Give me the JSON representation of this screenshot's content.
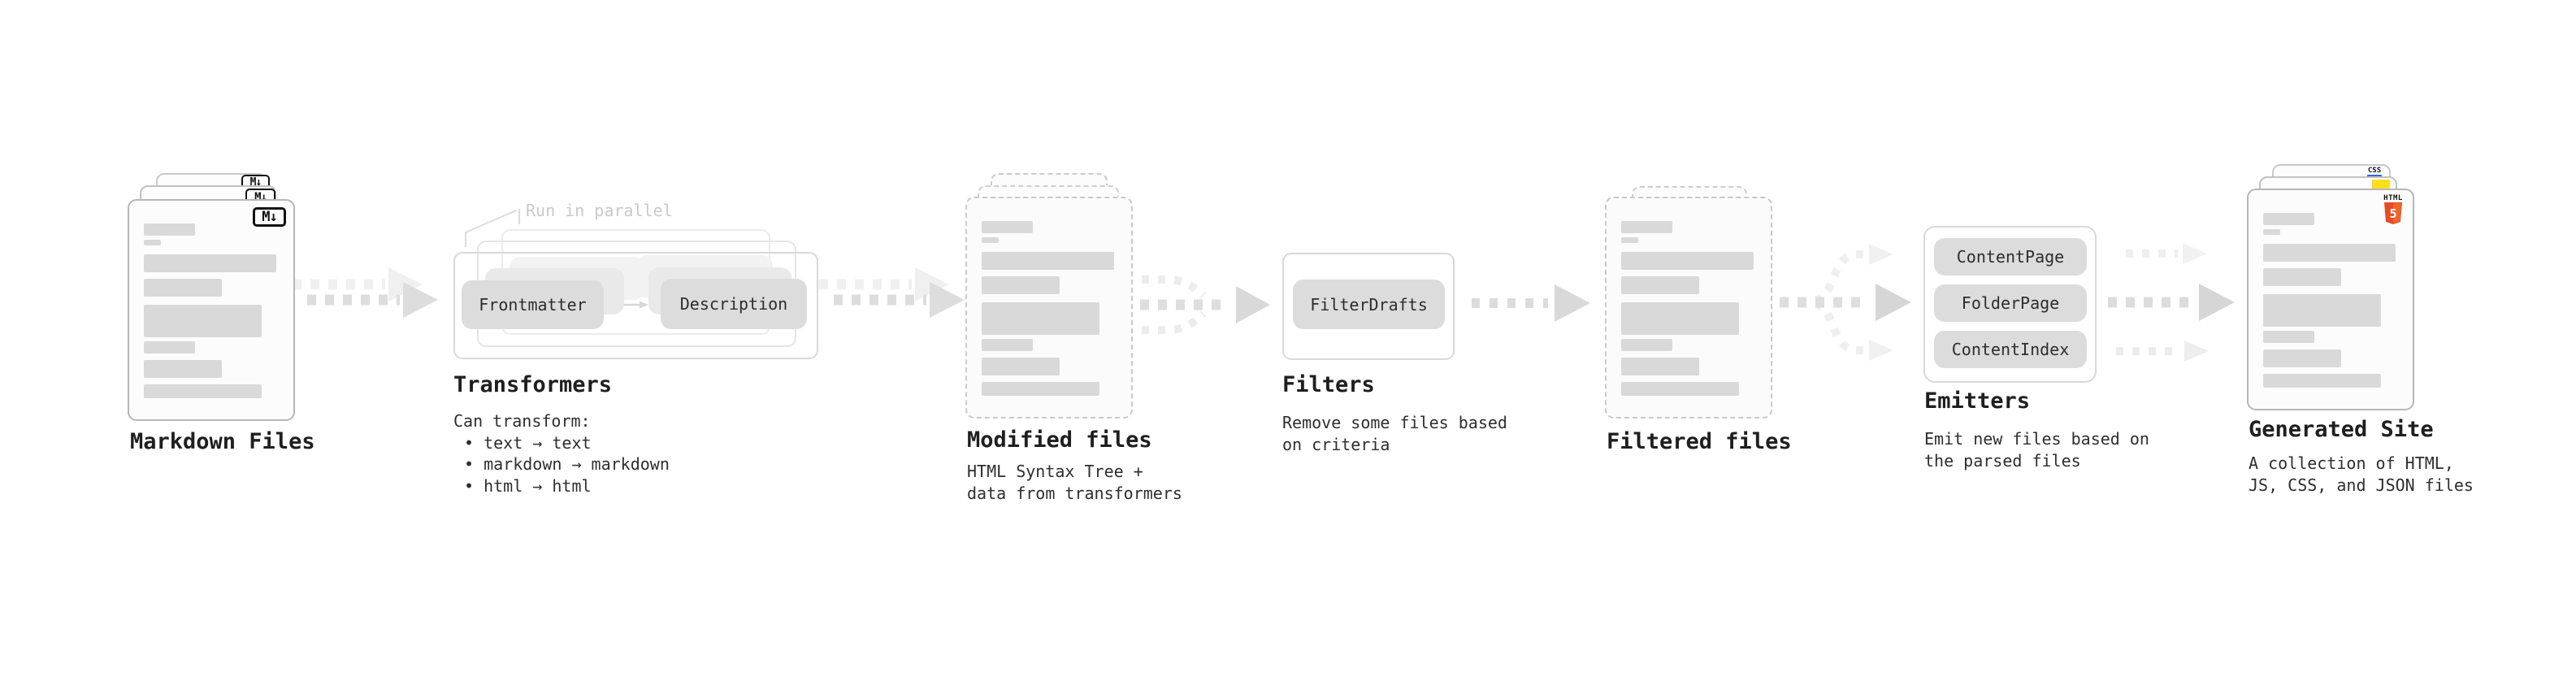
{
  "colors": {
    "html5_orange_dark": "#e44d26",
    "html5_orange_light": "#f16529",
    "js_yellow": "#ffdf1b",
    "css_blue": "#2e65e8",
    "pill_gray": "#dcdcdc",
    "skeleton_gray": "#d9d9d9",
    "arrow_gray": "#dcdcdc",
    "title_text": "#1f1f1f",
    "annotation_gray": "#c9c9c9"
  },
  "stages": {
    "markdown_files": {
      "label": "Markdown Files",
      "badge": "M↓"
    },
    "transformers": {
      "label": "Transformers",
      "annotation": "Run in parallel",
      "pills": [
        "Frontmatter",
        "Description"
      ],
      "notes": [
        "Can transform:",
        "• text → text",
        "• markdown → markdown",
        "• html → html"
      ]
    },
    "modified_files": {
      "label": "Modified files",
      "notes": [
        "HTML Syntax Tree +",
        "data from transformers"
      ]
    },
    "filters": {
      "label": "Filters",
      "pills": [
        "FilterDrafts"
      ],
      "notes": [
        "Remove some files based",
        "on criteria"
      ]
    },
    "filtered_files": {
      "label": "Filtered files"
    },
    "emitters": {
      "label": "Emitters",
      "pills": [
        "ContentPage",
        "FolderPage",
        "ContentIndex"
      ],
      "notes": [
        "Emit new files based on",
        "the parsed files"
      ]
    },
    "generated_site": {
      "label": "Generated Site",
      "html5_word": "HTML",
      "html5_number": "5",
      "css_word": "CSS",
      "notes": [
        "A collection of HTML,",
        "JS, CSS, and JSON files"
      ]
    }
  }
}
